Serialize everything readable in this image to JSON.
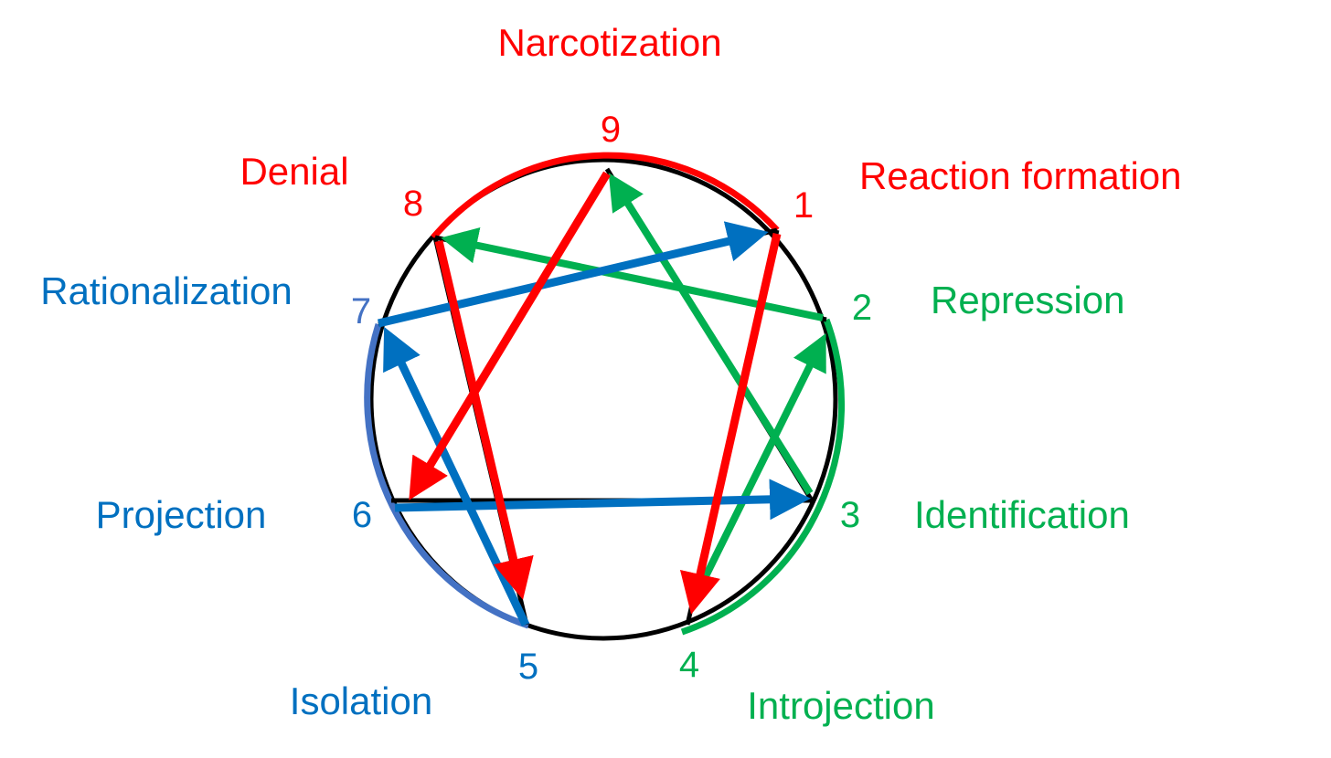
{
  "colors": {
    "red": "#ff0000",
    "green": "#00b050",
    "blue": "#0070c0",
    "light_blue": "#4472c4",
    "black": "#000000"
  },
  "points": {
    "p1": "1",
    "p2": "2",
    "p3": "3",
    "p4": "4",
    "p5": "5",
    "p6": "6",
    "p7": "7",
    "p8": "8",
    "p9": "9"
  },
  "mechanisms": {
    "m9": "Narcotization",
    "m1": "Reaction formation",
    "m8": "Denial",
    "m2": "Repression",
    "m7": "Rationalization",
    "m3": "Identification",
    "m6": "Projection",
    "m5": "Isolation",
    "m4": "Introjection"
  },
  "arrows": [
    {
      "from": "1",
      "to": "4",
      "color": "red"
    },
    {
      "from": "9",
      "to": "6",
      "color": "red"
    },
    {
      "from": "8",
      "to": "5",
      "color": "red"
    },
    {
      "from": "3",
      "to": "9",
      "color": "green"
    },
    {
      "from": "2",
      "to": "8",
      "color": "green"
    },
    {
      "from": "4",
      "to": "2",
      "color": "green"
    },
    {
      "from": "6",
      "to": "3",
      "color": "blue"
    },
    {
      "from": "7",
      "to": "1",
      "color": "blue"
    },
    {
      "from": "5",
      "to": "7",
      "color": "blue"
    }
  ]
}
